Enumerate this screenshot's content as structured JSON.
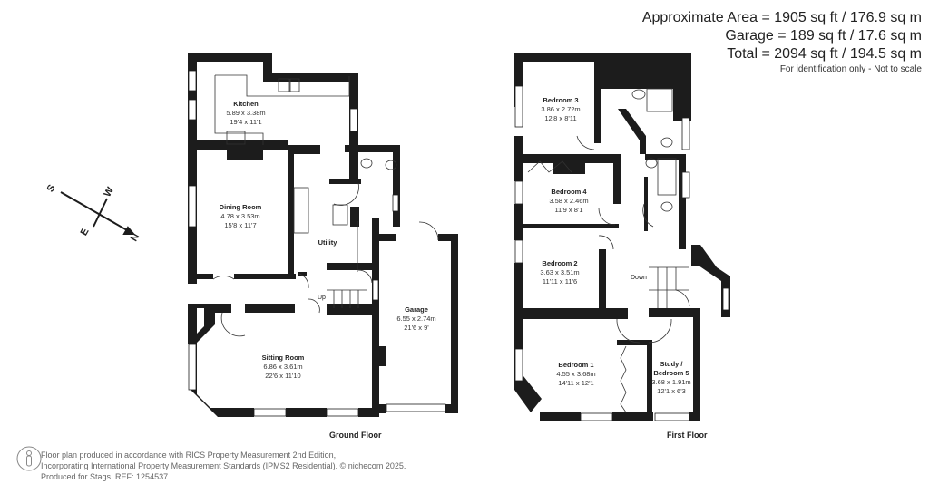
{
  "header": {
    "approx_area": "Approximate Area = 1905 sq ft / 176.9 sq m",
    "garage_area": "Garage = 189 sq ft / 17.6 sq m",
    "total_area": "Total = 2094 sq ft / 194.5 sq m",
    "disclaimer": "For identification only - Not to scale"
  },
  "compass": {
    "n": "N",
    "s": "S",
    "e": "E",
    "w": "W"
  },
  "ground_floor": {
    "label": "Ground Floor",
    "rooms": [
      {
        "name": "Kitchen",
        "metric": "5.89 x 3.38m",
        "imperial": "19'4 x 11'1"
      },
      {
        "name": "Dining Room",
        "metric": "4.78 x 3.53m",
        "imperial": "15'8 x 11'7"
      },
      {
        "name": "Utility",
        "metric": "",
        "imperial": ""
      },
      {
        "name": "Garage",
        "metric": "6.55 x 2.74m",
        "imperial": "21'6 x 9'"
      },
      {
        "name": "Sitting Room",
        "metric": "6.86 x 3.61m",
        "imperial": "22'6 x 11'10"
      }
    ],
    "stairs_label": "Up"
  },
  "first_floor": {
    "label": "First Floor",
    "rooms": [
      {
        "name": "Bedroom 3",
        "metric": "3.86 x 2.72m",
        "imperial": "12'8 x 8'11"
      },
      {
        "name": "Bedroom 4",
        "metric": "3.58 x 2.46m",
        "imperial": "11'9 x 8'1"
      },
      {
        "name": "Bedroom 2",
        "metric": "3.63 x 3.51m",
        "imperial": "11'11 x 11'6"
      },
      {
        "name": "Bedroom 1",
        "metric": "4.55 x 3.68m",
        "imperial": "14'11 x 12'1"
      },
      {
        "name": "Study /",
        "name2": "Bedroom 5",
        "metric": "3.68 x 1.91m",
        "imperial": "12'1 x 6'3"
      }
    ],
    "stairs_label": "Down"
  },
  "footer": {
    "line1": "Floor plan produced in accordance with RICS Property Measurement 2nd Edition,",
    "line2": "Incorporating International Property Measurement Standards (IPMS2 Residential).   © nichecom 2025.",
    "line3": "Produced for Stags.   REF: 1254537"
  }
}
